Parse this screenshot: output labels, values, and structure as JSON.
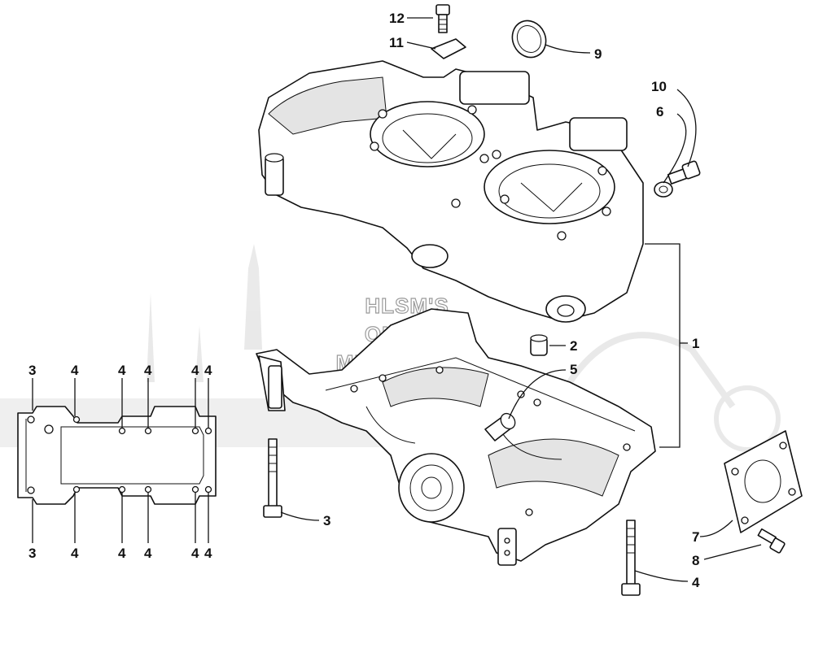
{
  "watermark": {
    "lines": [
      "HLSM'S",
      "ONLINE",
      "MICROFICHE"
    ]
  },
  "callouts": [
    {
      "id": "c12",
      "label": "12"
    },
    {
      "id": "c11",
      "label": "11"
    },
    {
      "id": "c9",
      "label": "9"
    },
    {
      "id": "c10",
      "label": "10"
    },
    {
      "id": "c6",
      "label": "6"
    },
    {
      "id": "c2",
      "label": "2"
    },
    {
      "id": "c5",
      "label": "5"
    },
    {
      "id": "c1",
      "label": "1"
    },
    {
      "id": "c3a",
      "label": "3"
    },
    {
      "id": "c7",
      "label": "7"
    },
    {
      "id": "c8",
      "label": "8"
    },
    {
      "id": "c4a",
      "label": "4"
    },
    {
      "id": "g3t",
      "label": "3"
    },
    {
      "id": "g3b",
      "label": "3"
    },
    {
      "id": "g4t1",
      "label": "4"
    },
    {
      "id": "g4t2",
      "label": "4"
    },
    {
      "id": "g4t3",
      "label": "4"
    },
    {
      "id": "g4t4",
      "label": "4"
    },
    {
      "id": "g4t5",
      "label": "4"
    },
    {
      "id": "g4b1",
      "label": "4"
    },
    {
      "id": "g4b2",
      "label": "4"
    },
    {
      "id": "g4b3",
      "label": "4"
    },
    {
      "id": "g4b4",
      "label": "4"
    },
    {
      "id": "g4b5",
      "label": "4"
    }
  ]
}
